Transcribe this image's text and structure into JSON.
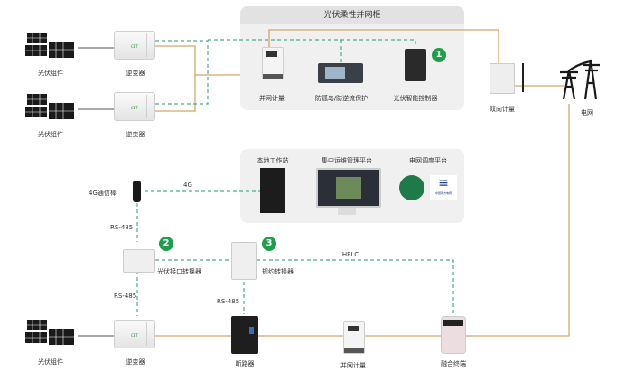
{
  "diagram": {
    "colors": {
      "power_line": "#d4a66a",
      "comm_line": "#4aae8c",
      "badge": "#1e9e4a",
      "panel": "#f0f0f0",
      "panel_header": "#e2e2e2"
    },
    "top_panel": {
      "title": "光伏柔性并网柜",
      "items": [
        "并网计量",
        "防孤岛/防逆流保护",
        "光伏智能控制器"
      ]
    },
    "middle_panel": {
      "items": [
        "本地工作站",
        "集中运维管理平台",
        "电网调度平台"
      ]
    },
    "pv_modules": [
      "光伏组件",
      "光伏组件",
      "光伏组件"
    ],
    "inverters": [
      "逆变器",
      "逆变器",
      "逆变器"
    ],
    "bidirectional_meter": "双向计量",
    "grid": "电网",
    "comm_stick": "4G通信棒",
    "pv_interface_converter": "光伏接口转换器",
    "protocol_converter": "规约转换器",
    "breaker": "断路器",
    "grid_meter_bottom": "并网计量",
    "fusion_terminal": "融合终端",
    "link_labels": {
      "four_g": "4G",
      "rs485_a": "RS-485",
      "rs485_b": "RS-485",
      "rs485_c": "RS-485",
      "hplc": "HPLC"
    },
    "badges": [
      "1",
      "2",
      "3"
    ],
    "inverter_logo": "CET",
    "sgcc_small_text": "中国南方电网"
  }
}
